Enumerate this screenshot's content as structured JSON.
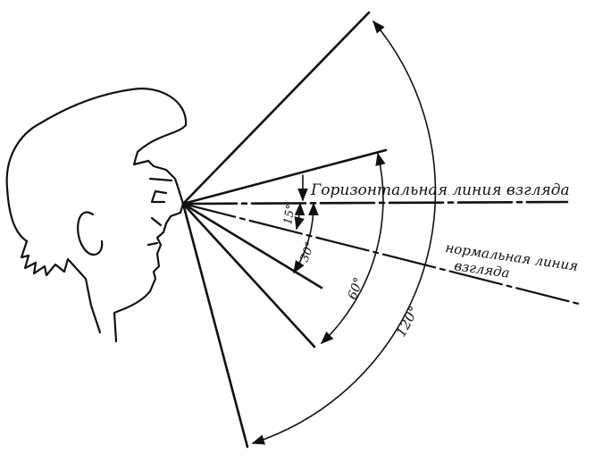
{
  "labels": {
    "horizontal_line": "Горизонтальная линия взгляда",
    "normal_line_1": "нормальная линия",
    "normal_line_2": "взгляда",
    "angle_15": "15°",
    "angle_30": "30°",
    "angle_60": "60°",
    "angle_120": "120°"
  },
  "colors": {
    "ink": "#111111",
    "background": "#ffffff"
  },
  "angles_deg": [
    15,
    30,
    60,
    120
  ]
}
